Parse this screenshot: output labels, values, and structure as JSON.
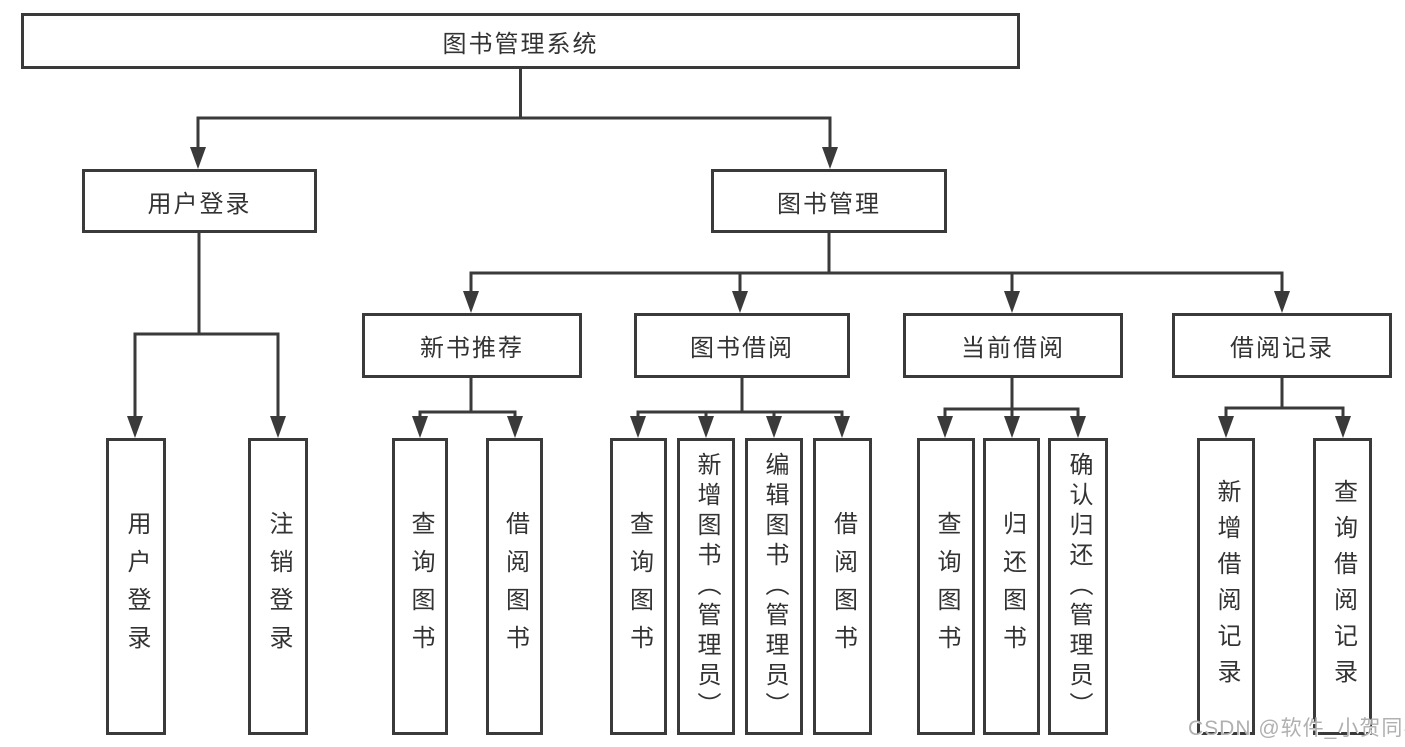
{
  "diagram": {
    "root": {
      "label": "图书管理系统"
    },
    "level2": [
      {
        "label": "用户登录",
        "children": [
          {
            "label": "用户登录"
          },
          {
            "label": "注销登录"
          }
        ]
      },
      {
        "label": "图书管理",
        "children": [
          {
            "label": "新书推荐",
            "children": [
              {
                "label": "查询图书"
              },
              {
                "label": "借阅图书"
              }
            ]
          },
          {
            "label": "图书借阅",
            "children": [
              {
                "label": "查询图书"
              },
              {
                "label": "新增图书（管理员）"
              },
              {
                "label": "编辑图书（管理员）"
              },
              {
                "label": "借阅图书"
              }
            ]
          },
          {
            "label": "当前借阅",
            "children": [
              {
                "label": "查询图书"
              },
              {
                "label": "归还图书"
              },
              {
                "label": "确认归还（管理员）"
              }
            ]
          },
          {
            "label": "借阅记录",
            "children": [
              {
                "label": "新增借阅记录"
              },
              {
                "label": "查询借阅记录"
              }
            ]
          }
        ]
      }
    ]
  },
  "watermark": {
    "text": "CSDN @软件_小贺同学"
  },
  "colors": {
    "line": "#3a3a3a",
    "text": "#333333",
    "box_background": "#ffffff",
    "page_background": "#ffffff",
    "watermark": "#b0b0b0"
  }
}
